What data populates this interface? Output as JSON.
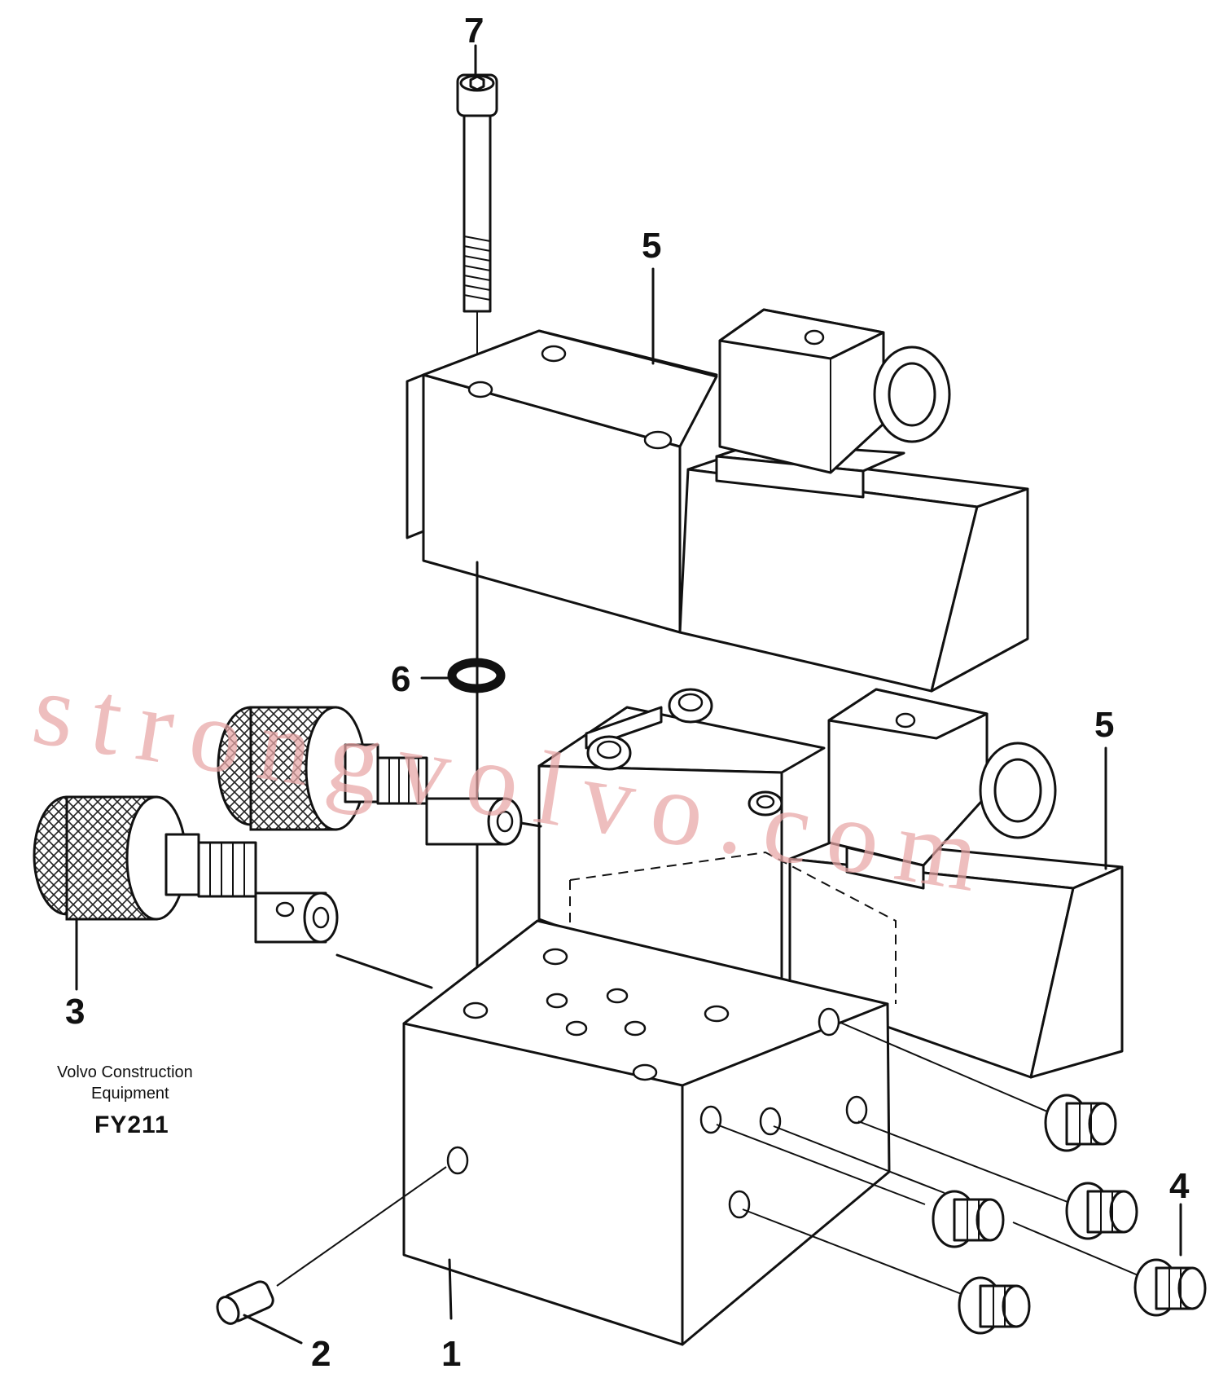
{
  "diagram": {
    "callouts": {
      "c1": "1",
      "c2": "2",
      "c3": "3",
      "c4": "4",
      "c5a": "5",
      "c5b": "5",
      "c6": "6",
      "c7": "7"
    },
    "caption": {
      "line1": "Volvo Construction",
      "line2": "Equipment",
      "code": "FY211"
    },
    "watermark": "strongvolvo.com"
  }
}
